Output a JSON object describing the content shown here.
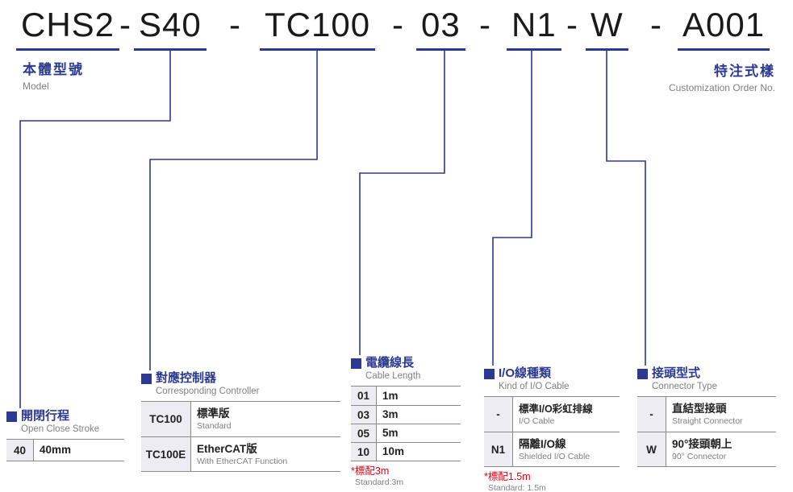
{
  "model_code": {
    "segments": [
      "CHS2",
      "S40",
      "TC100",
      "03",
      "N1",
      "W",
      "A001"
    ],
    "separator": "-"
  },
  "labels": {
    "model_zh": "本體型號",
    "model_en": "Model",
    "custom_zh": "特注式樣",
    "custom_en": "Customization Order No."
  },
  "tables": {
    "stroke": {
      "title_zh": "開閉行程",
      "title_en": "Open Close Stroke",
      "rows": [
        {
          "code": "40",
          "zh": "40mm"
        }
      ]
    },
    "controller": {
      "title_zh": "對應控制器",
      "title_en": "Corresponding Controller",
      "rows": [
        {
          "code": "TC100",
          "zh": "標準版",
          "en": "Standard"
        },
        {
          "code": "TC100E",
          "zh": "EtherCAT版",
          "en": "With EtherCAT Function"
        }
      ]
    },
    "cable_length": {
      "title_zh": "電纜線長",
      "title_en": "Cable Length",
      "rows": [
        {
          "code": "01",
          "zh": "1m"
        },
        {
          "code": "03",
          "zh": "3m"
        },
        {
          "code": "05",
          "zh": "5m"
        },
        {
          "code": "10",
          "zh": "10m"
        }
      ],
      "note_zh": "*標配3m",
      "note_en": "Standard:3m"
    },
    "io_cable": {
      "title_zh": "I/O線種類",
      "title_en": "Kind of I/O Cable",
      "rows": [
        {
          "code": "-",
          "zh": "標準I/O彩虹排線",
          "en": "I/O Cable"
        },
        {
          "code": "N1",
          "zh": "隔離I/O線",
          "en": "Shielded I/O Cable"
        }
      ],
      "note_zh": "*標配1.5m",
      "note_en": "Standard: 1.5m"
    },
    "connector": {
      "title_zh": "接頭型式",
      "title_en": "Connector Type",
      "rows": [
        {
          "code": "-",
          "zh": "直結型接頭",
          "en": "Straight Connector"
        },
        {
          "code": "W",
          "zh": "90°接頭朝上",
          "en": "90° Connector"
        }
      ]
    }
  },
  "colors": {
    "accent_blue": "#2b3990",
    "note_red": "#e60012",
    "sub_gray": "#808080"
  }
}
